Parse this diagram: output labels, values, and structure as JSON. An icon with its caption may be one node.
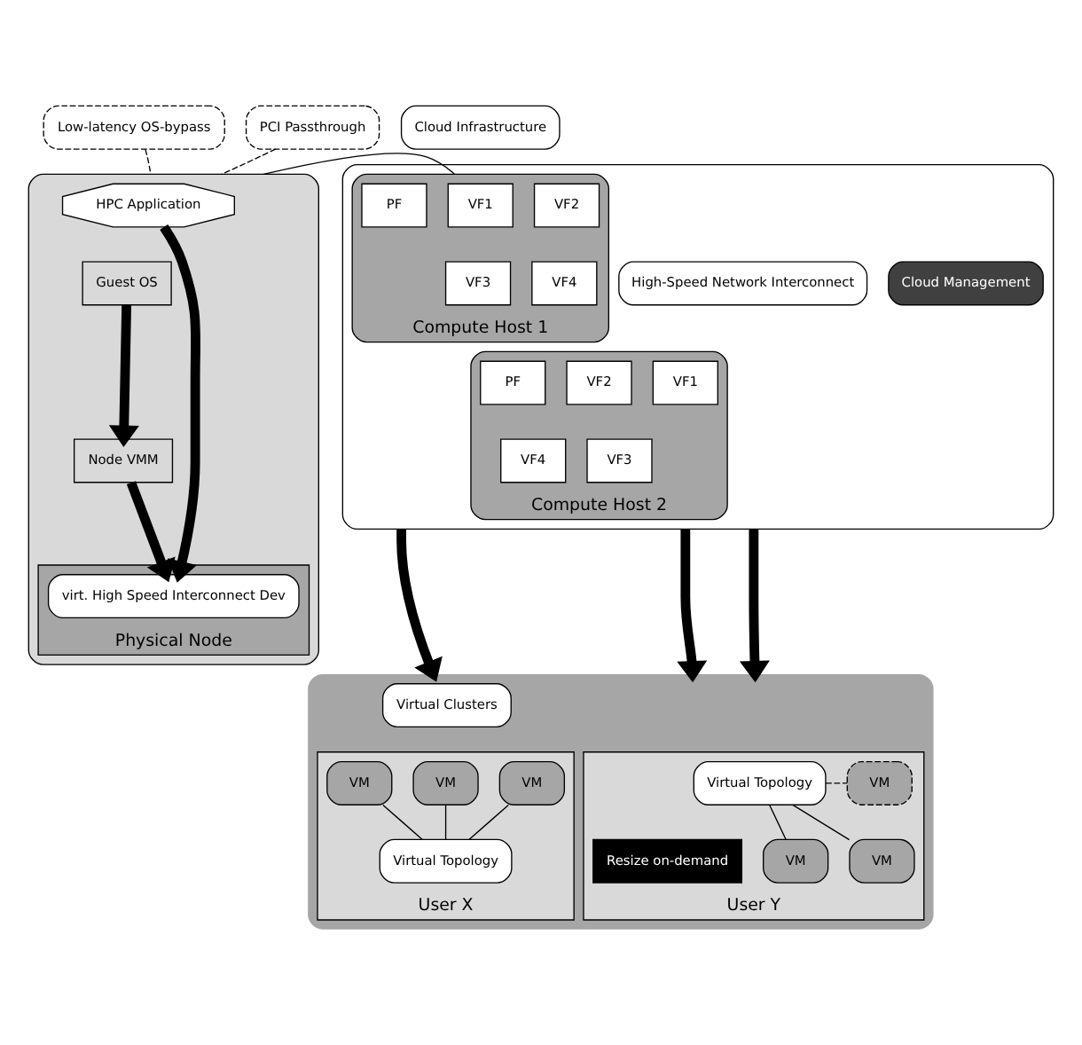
{
  "diagram": {
    "nodes": [
      {
        "text": [
          "Low-latency OS-bypass"
        ]
      },
      {
        "text": [
          "PCI Passthrough"
        ]
      },
      {
        "text": [
          "Cloud Infrastructure"
        ]
      },
      {
        "text": [],
        "shape": "box"
      },
      {
        "text": [
          "HPC Application"
        ],
        "in": 3
      },
      {
        "text": [
          "Guest OS"
        ],
        "in": 3
      },
      {
        "text": [
          "Node VMM"
        ],
        "in": 3
      },
      {
        "text": [
          "Physical Node"
        ],
        "in": 3
      },
      {
        "text": [
          "virt. High Speed Interconnect Dev"
        ],
        "in": 7
      },
      {
        "text": [],
        "shape": "box"
      },
      {
        "text": [
          "Compute Host 1"
        ],
        "in": 9
      },
      {
        "text": [
          "VF1"
        ],
        "in": 10
      },
      {
        "text": [
          "VF2"
        ],
        "in": 10
      },
      {
        "text": [
          "VF3"
        ],
        "in": 10
      },
      {
        "text": [
          "VF4"
        ],
        "in": 10
      },
      {
        "text": [
          "PF"
        ],
        "in": 10
      },
      {
        "text": [
          "Compute Host 2"
        ],
        "in": 9
      },
      {
        "text": [
          "VF1"
        ],
        "in": 16
      },
      {
        "text": [
          "VF2"
        ],
        "in": 16
      },
      {
        "text": [
          "VF3"
        ],
        "in": 16
      },
      {
        "text": [
          "VF4"
        ],
        "in": 16
      },
      {
        "text": [
          "PF"
        ],
        "in": 16
      },
      {
        "text": [
          "High-Speed Network Interconnect"
        ],
        "in": 9
      },
      {
        "text": [
          "Cloud Management"
        ],
        "in": 9
      },
      {
        "text": [],
        "shape": "cloud"
      },
      {
        "text": [
          "Virtual Clusters"
        ],
        "in": 24
      },
      {
        "text": [
          "User X"
        ],
        "in": 24
      },
      {
        "text": [
          "VM"
        ],
        "in": 26
      },
      {
        "text": [
          "VM"
        ],
        "in": 26
      },
      {
        "text": [
          "VM"
        ],
        "in": 26
      },
      {
        "text": [
          "Virtual Topology"
        ],
        "in": 26
      },
      {
        "text": [
          "User Y"
        ],
        "in": 24
      },
      {
        "text": [
          "Virtual Topology"
        ],
        "in": 31
      },
      {
        "text": [
          "VM"
        ],
        "in": 31
      },
      {
        "text": [
          "VM"
        ],
        "in": 31
      },
      {
        "text": [
          "VM"
        ],
        "in": 31
      },
      {
        "text": [
          "Resize on-demand"
        ],
        "in": 31
      }
    ],
    "edges": [
      {
        "from": 0,
        "to": 3,
        "arrow": "none",
        "style": "dashed"
      },
      {
        "from": 1,
        "to": 3,
        "arrow": "none",
        "style": "dashed"
      },
      {
        "from": 4,
        "to": 8,
        "arrow": "to",
        "style": "thick"
      },
      {
        "from": 5,
        "to": 6,
        "arrow": "to",
        "style": "thick"
      },
      {
        "from": 6,
        "to": 8,
        "arrow": "to",
        "style": "thick"
      },
      {
        "from": 10,
        "to": 3,
        "arrow": "none"
      },
      {
        "from": 9,
        "to": 24,
        "arrow": "to",
        "style": "thick"
      },
      {
        "from": 9,
        "to": 24,
        "arrow": "to",
        "style": "thick"
      },
      {
        "from": 9,
        "to": 24,
        "arrow": "to",
        "style": "thick"
      },
      {
        "from": 27,
        "to": 30,
        "arrow": "none"
      },
      {
        "from": 28,
        "to": 30,
        "arrow": "none"
      },
      {
        "from": 29,
        "to": 30,
        "arrow": "none"
      },
      {
        "from": 32,
        "to": 33,
        "arrow": "none",
        "style": "dashed"
      },
      {
        "from": 32,
        "to": 34,
        "arrow": "none"
      },
      {
        "from": 32,
        "to": 35,
        "arrow": "none"
      }
    ]
  }
}
